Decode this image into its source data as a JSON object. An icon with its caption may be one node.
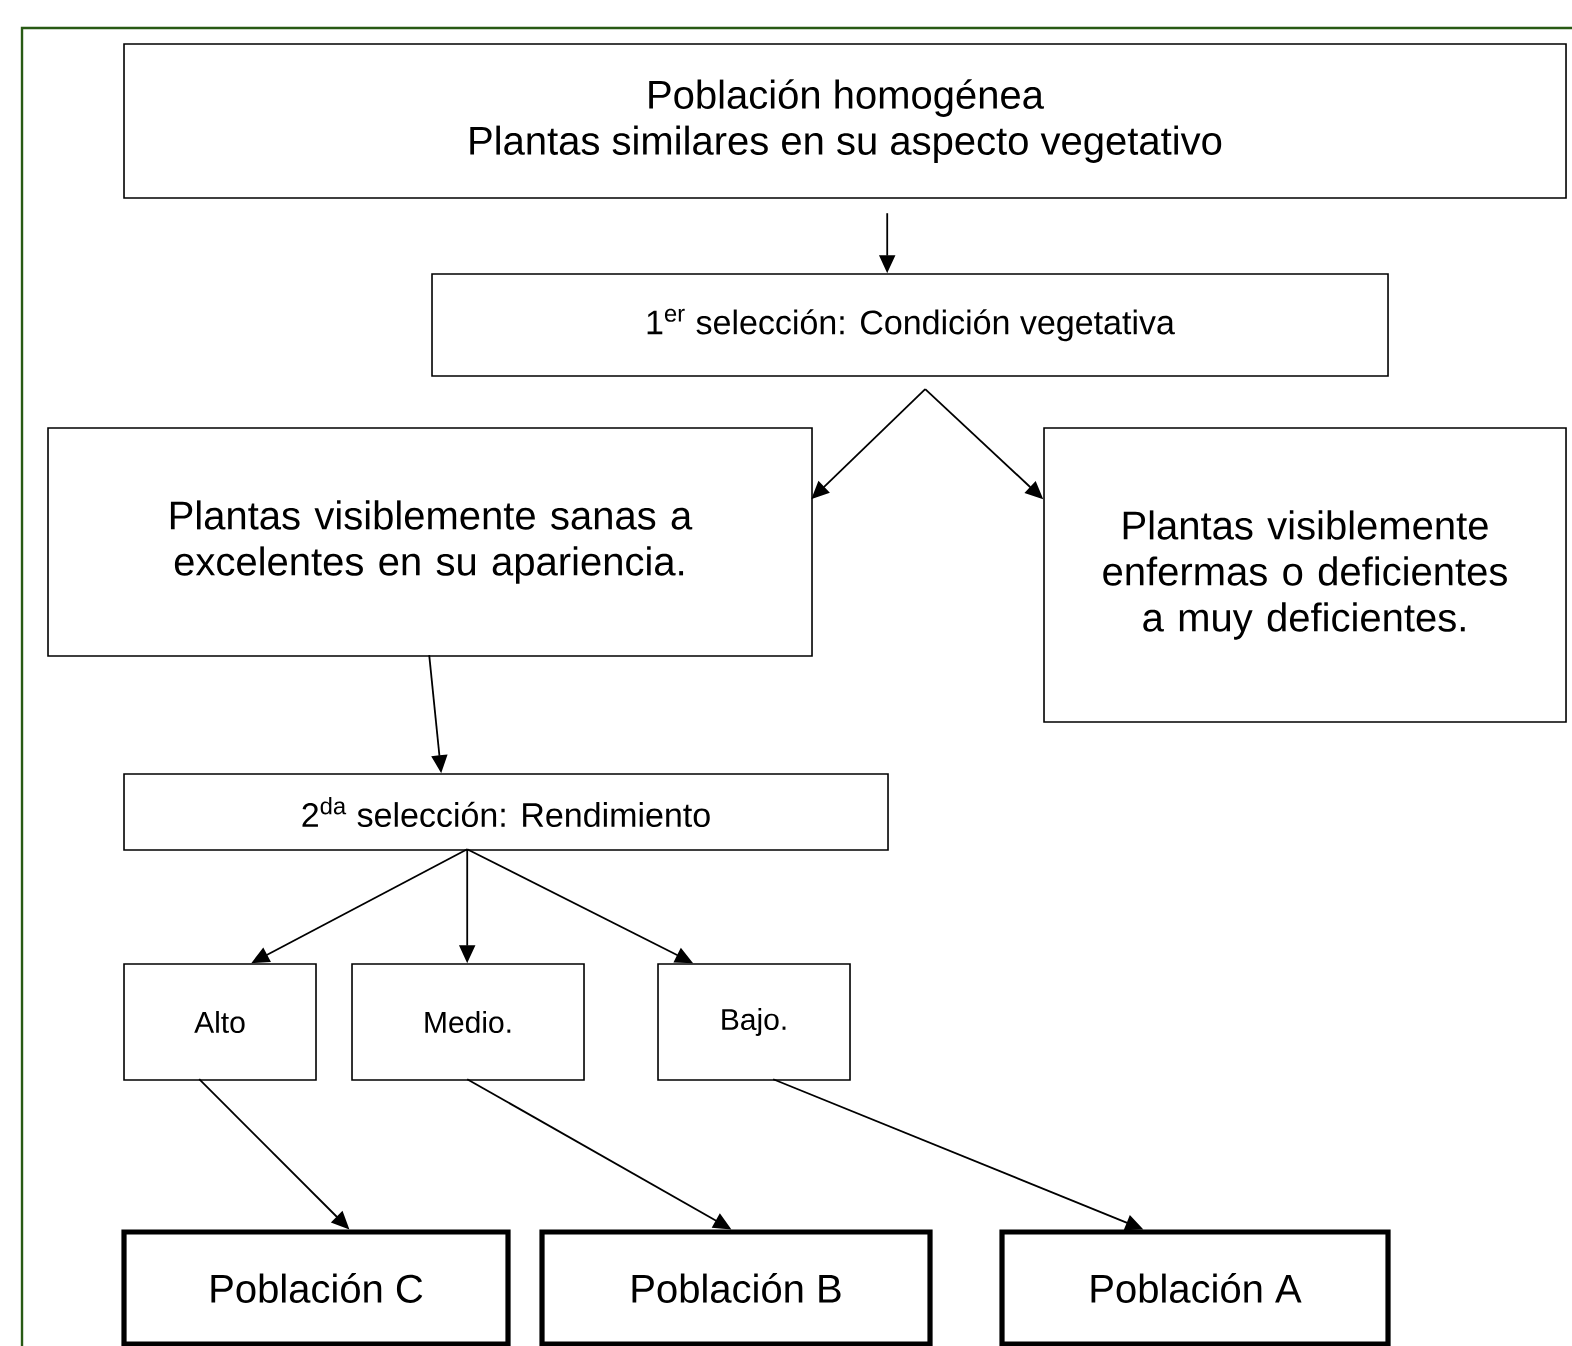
{
  "diagram": {
    "nodes": [
      {
        "text": [
          "Población homogénea",
          "Plantas similares en su aspecto vegetativo"
        ]
      },
      {
        "text": [
          "1$^{er}$ selección: Condición vegetativa"
        ]
      },
      {
        "text": [
          "Plantas visiblemente sanas a excelentes en su apariencia."
        ]
      },
      {
        "text": [
          "Plantas visiblemente enfermas o deficientes a muy deficientes."
        ]
      },
      {
        "text": [
          "2$^{da}$ selección: Rendimiento"
        ]
      },
      {
        "text": [
          "Alto"
        ]
      },
      {
        "text": [
          "Medio."
        ]
      },
      {
        "text": [
          "Bajo."
        ]
      },
      {
        "text": [
          "Población C"
        ]
      },
      {
        "text": [
          "Población B"
        ]
      },
      {
        "text": [
          "Población A"
        ]
      }
    ],
    "edges": [
      {
        "from": 0,
        "to": 1,
        "arrow": "to"
      },
      {
        "from": 1,
        "to": 2,
        "arrow": "to"
      },
      {
        "from": 1,
        "to": 3,
        "arrow": "to"
      },
      {
        "from": 2,
        "to": 4,
        "arrow": "to"
      },
      {
        "from": 4,
        "to": 5,
        "arrow": "to"
      },
      {
        "from": 4,
        "to": 6,
        "arrow": "to"
      },
      {
        "from": 4,
        "to": 7,
        "arrow": "to"
      },
      {
        "from": 5,
        "to": 8,
        "arrow": "to"
      },
      {
        "from": 6,
        "to": 9,
        "arrow": "to"
      },
      {
        "from": 7,
        "to": 10,
        "arrow": "to"
      }
    ]
  }
}
